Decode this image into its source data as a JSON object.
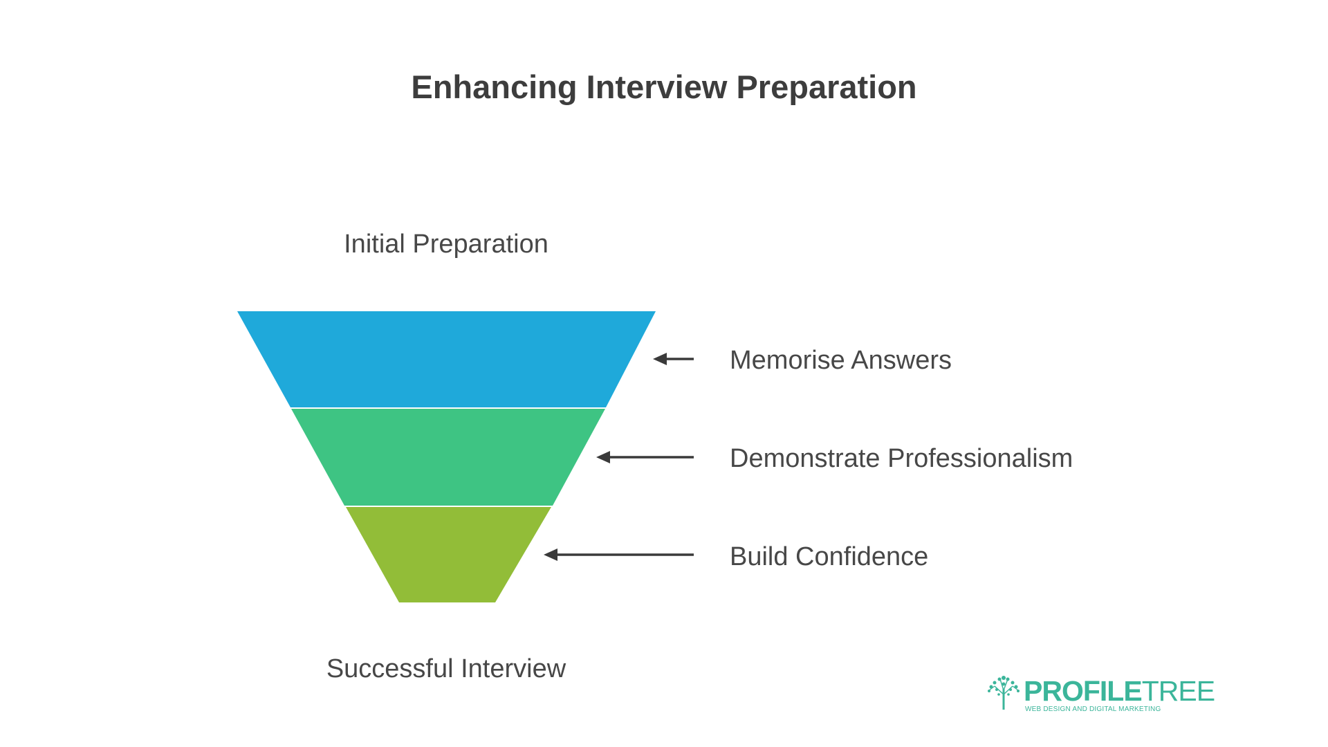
{
  "title": "Enhancing Interview Preparation",
  "funnel": {
    "top_label": "Initial Preparation",
    "bottom_label": "Successful Interview",
    "stages": [
      {
        "label": "Memorise Answers",
        "color": "#1fa9da"
      },
      {
        "label": "Demonstrate Professionalism",
        "color": "#3ec483"
      },
      {
        "label": "Build Confidence",
        "color": "#92bd38"
      }
    ]
  },
  "logo": {
    "bold_text": "PROFILE",
    "thin_text": "TREE",
    "tagline": "WEB DESIGN AND DIGITAL MARKETING",
    "color": "#3bb59a"
  },
  "colors": {
    "text": "#474747",
    "arrow": "#3a3a3a"
  }
}
